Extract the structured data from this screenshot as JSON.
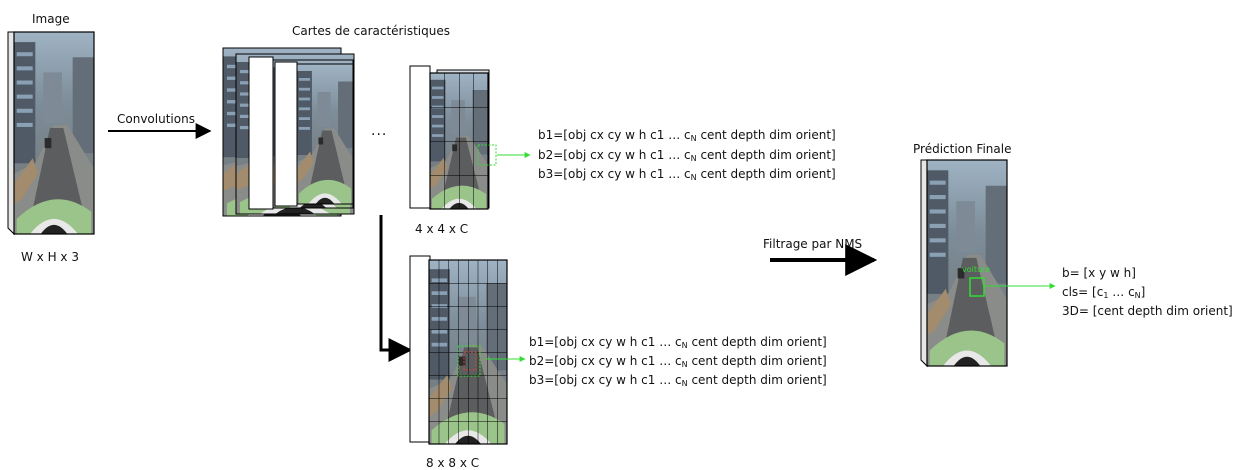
{
  "labels": {
    "image": "Image",
    "input_dims": "W x H x 3",
    "feature_maps": "Cartes de caractéristiques",
    "convolutions": "Convolutions",
    "ellipsis": "...",
    "grid_4x4": "4 x 4 x C",
    "grid_8x8": "8 x 8 x C",
    "nms": "Filtrage par NMS",
    "final_prediction": "Prédiction Finale",
    "detection_tag": "voiture"
  },
  "box_predictions": [
    {
      "prefix": "b1=[obj cx cy w h c1 … c",
      "sub": "N",
      "suffix": " cent depth dim orient]"
    },
    {
      "prefix": "b2=[obj cx cy w h c1 … c",
      "sub": "N",
      "suffix": " cent depth dim orient]"
    },
    {
      "prefix": "b3=[obj cx cy w h c1 … c",
      "sub": "N",
      "suffix": " cent depth dim orient]"
    }
  ],
  "final_output": {
    "b": "b= [x y w h]",
    "cls_prefix": "cls= [c",
    "cls_sub1": "1",
    "cls_mid": " … c",
    "cls_sub2": "N",
    "cls_suffix": "]",
    "three_d": "3D= [cent depth dim orient]"
  },
  "colors": {
    "arrow": "#000000",
    "detection": "#33dd33",
    "grid": "#000000"
  }
}
